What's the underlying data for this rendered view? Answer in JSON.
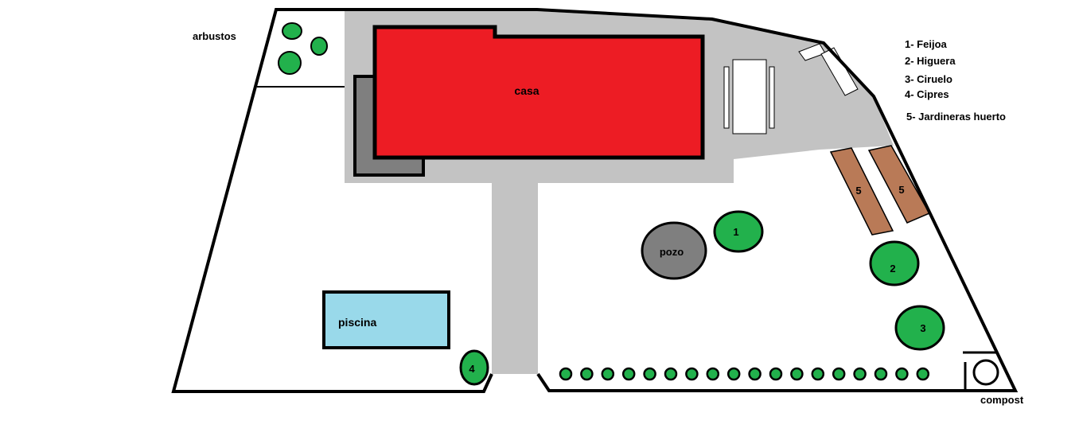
{
  "labels": {
    "shrubs": "arbustos",
    "house": "casa",
    "well": "pozo",
    "pool": "piscina",
    "compost": "compost"
  },
  "legend": [
    "1- Feijoa",
    "2- Higuera",
    "3- Ciruelo",
    "4- Cipres",
    "5- Jardineras  huerto"
  ],
  "tree_numbers": {
    "feijoa": "1",
    "higuera": "2",
    "ciruelo": "3",
    "cipres": "4",
    "planter": "5"
  },
  "colors": {
    "outline": "#000000",
    "paving": "#c3c3c3",
    "house": "#ed1c24",
    "pool": "#99d9ea",
    "tree": "#22b14c",
    "well": "#7f7f7f",
    "planter": "#b97a57",
    "background": "#ffffff"
  }
}
